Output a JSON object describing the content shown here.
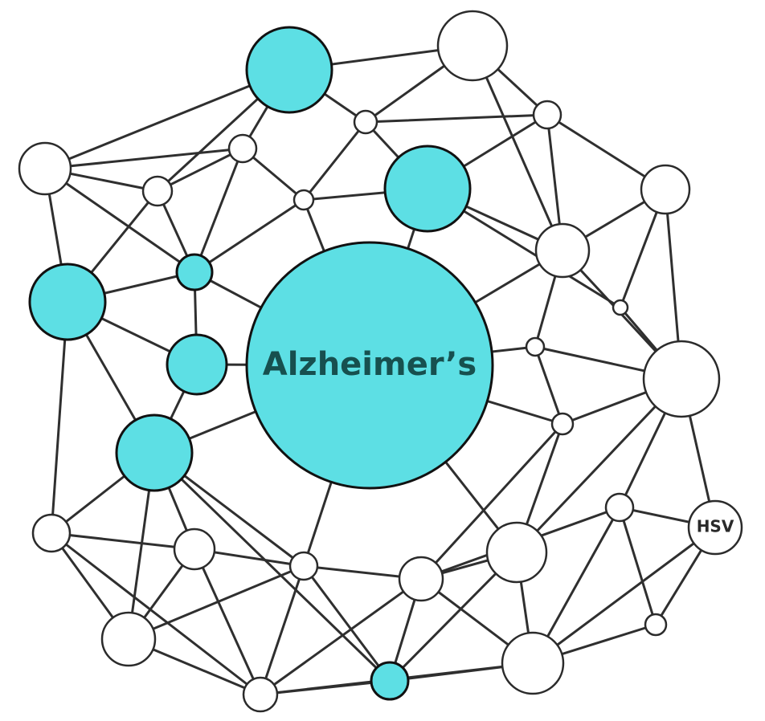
{
  "network": {
    "highlight_color": "#5ddfe4",
    "nodes": [
      {
        "id": "alzheimers",
        "label": "Alzheimer’s",
        "highlighted": true
      },
      {
        "id": "hsv",
        "label": "HSV",
        "highlighted": false
      },
      {
        "id": "t1",
        "highlighted": true
      },
      {
        "id": "t2",
        "highlighted": true
      },
      {
        "id": "t3",
        "highlighted": true
      },
      {
        "id": "t4",
        "highlighted": true
      },
      {
        "id": "t5",
        "highlighted": true
      },
      {
        "id": "t6",
        "highlighted": true
      },
      {
        "id": "t7",
        "highlighted": true
      }
    ]
  }
}
